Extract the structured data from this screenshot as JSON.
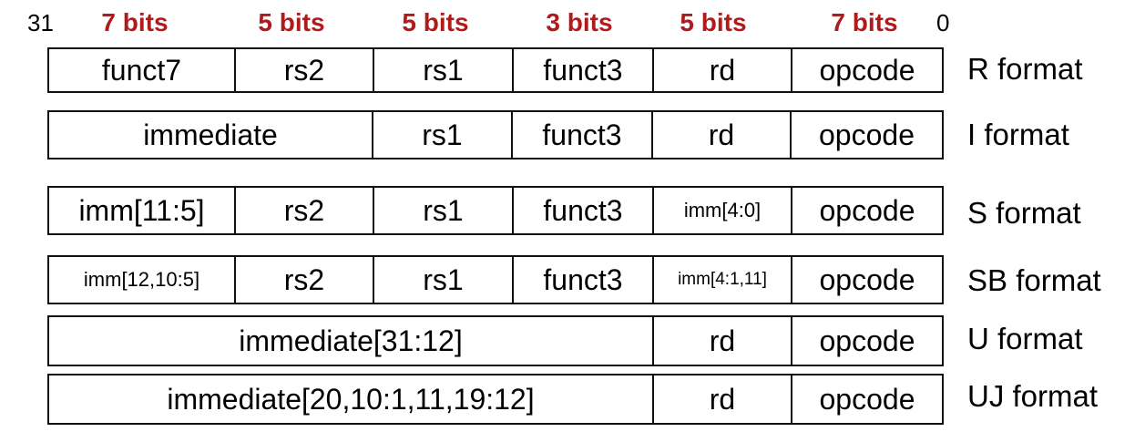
{
  "header": {
    "msb": "31",
    "lsb": "0",
    "fields": [
      "7 bits",
      "5 bits",
      "5 bits",
      "3 bits",
      "5 bits",
      "7 bits"
    ]
  },
  "formats": [
    {
      "name": "R format",
      "cells": [
        "funct7",
        "rs2",
        "rs1",
        "funct3",
        "rd",
        "opcode"
      ]
    },
    {
      "name": "I format",
      "cells": [
        "immediate",
        "rs1",
        "funct3",
        "rd",
        "opcode"
      ]
    },
    {
      "name": "S format",
      "cells": [
        "imm[11:5]",
        "rs2",
        "rs1",
        "funct3",
        "imm[4:0]",
        "opcode"
      ]
    },
    {
      "name": "SB format",
      "cells": [
        "imm[12,10:5]",
        "rs2",
        "rs1",
        "funct3",
        "imm[4:1,11]",
        "opcode"
      ]
    },
    {
      "name": "U format",
      "cells": [
        "immediate[31:12]",
        "rd",
        "opcode"
      ]
    },
    {
      "name": "UJ format",
      "cells": [
        "immediate[20,10:1,11,19:12]",
        "rd",
        "opcode"
      ]
    }
  ]
}
